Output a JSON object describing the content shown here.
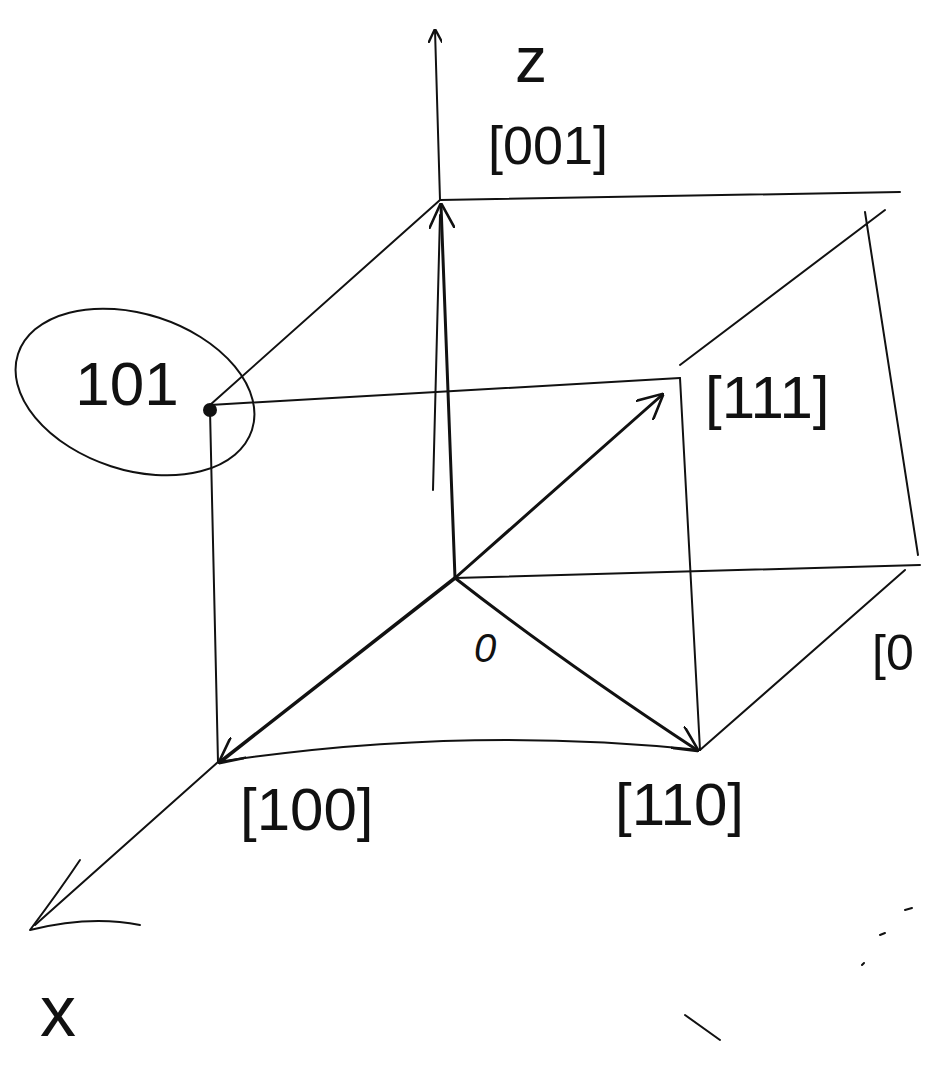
{
  "diagram": {
    "nodes": [
      {
        "text": [
          "101"
        ]
      }
    ],
    "labels": [
      "z",
      "[001]",
      "[111]",
      "[100]",
      "[110]",
      "0",
      "x",
      "[0"
    ]
  }
}
